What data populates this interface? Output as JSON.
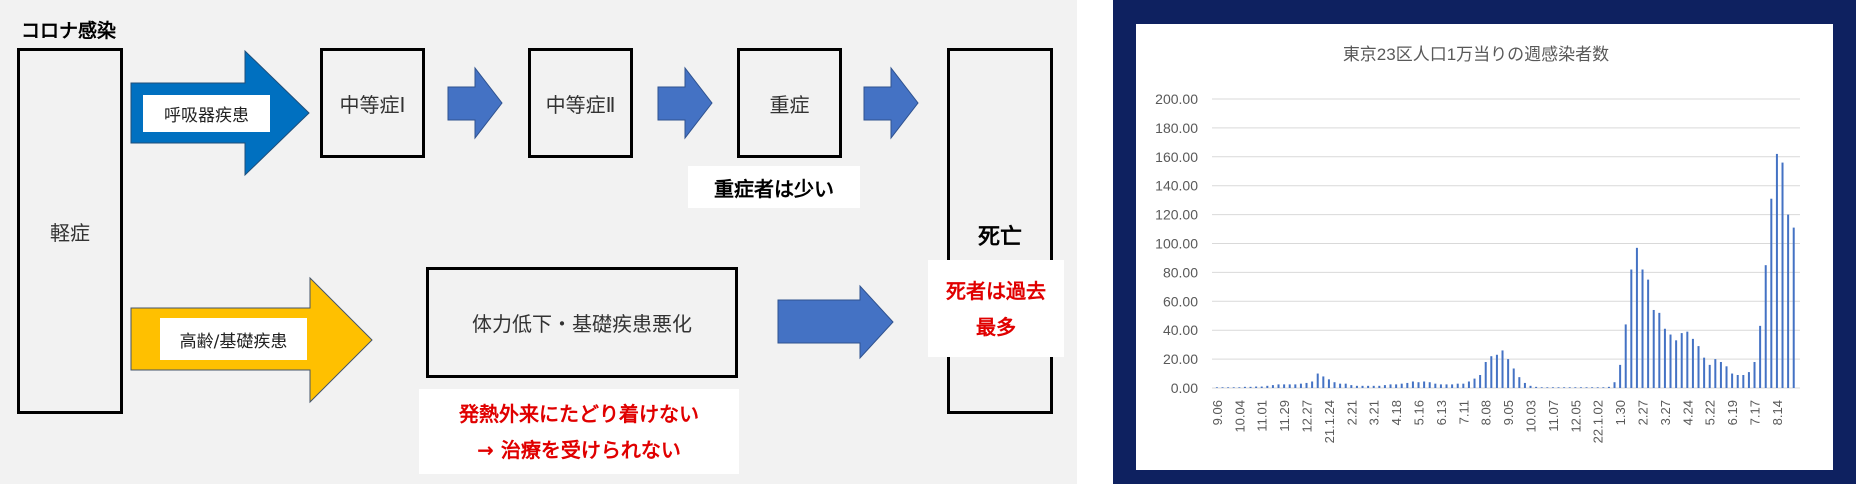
{
  "diagram": {
    "title": "コロナ感染",
    "mild": "軽症",
    "respiratory_label": "呼吸器疾患",
    "moderate1": "中等症Ⅰ",
    "moderate2": "中等症Ⅱ",
    "severe": "重症",
    "severe_note": "重症者は少い",
    "death": "死亡",
    "death_note_line1": "死者は過去",
    "death_note_line2": "最多",
    "elderly_label": "高齢/基礎疾患",
    "decline": "体力低下・基礎疾患悪化",
    "fever_note_line1": "発熱外来にたどり着けない",
    "fever_note_line2": "→ 治療を受けられない",
    "colors": {
      "blue_arrow": "#0070c0",
      "small_arrow": "#4472c4",
      "yellow_arrow": "#ffc000",
      "red_text": "#e00000",
      "frame": "#0e2160"
    }
  },
  "chart_data": {
    "type": "bar",
    "title": "東京23区人口1万当りの週感染者数",
    "xlabel": "",
    "ylabel": "",
    "ylim": [
      0,
      200
    ],
    "y_ticks": [
      "0.00",
      "20.00",
      "40.00",
      "60.00",
      "80.00",
      "100.00",
      "120.00",
      "140.00",
      "160.00",
      "180.00",
      "200.00"
    ],
    "x_tick_labels": [
      "9.06",
      "10.04",
      "11.01",
      "11.29",
      "12.27",
      "21.1.24",
      "2.21",
      "3.21",
      "4.18",
      "5.16",
      "6.13",
      "7.11",
      "8.08",
      "9.05",
      "10.03",
      "11.07",
      "12.05",
      "22.1.02",
      "1.30",
      "2.27",
      "3.27",
      "4.24",
      "5.22",
      "6.19",
      "7.17",
      "8.14"
    ],
    "x_tick_every": 4,
    "grid": true,
    "color": "#4472c4",
    "values": [
      0.5,
      0.5,
      0.5,
      0.5,
      0.5,
      0.8,
      0.8,
      1,
      1,
      1.5,
      2,
      2.5,
      2.5,
      2.5,
      2.5,
      3,
      3.5,
      4.5,
      10,
      8,
      6,
      4,
      3,
      3,
      2,
      1.5,
      1.5,
      1.5,
      1.5,
      1.5,
      2,
      2.5,
      2.5,
      3,
      3.5,
      4.5,
      4,
      4.5,
      4,
      3,
      2.5,
      2.5,
      2.5,
      3,
      3,
      4.5,
      6.5,
      9,
      18,
      22,
      23,
      26,
      20,
      13.5,
      7.5,
      3.5,
      1.5,
      0.8,
      0.5,
      0.5,
      0.5,
      0.5,
      0.5,
      0.5,
      0.5,
      0.5,
      0.5,
      0.5,
      0.5,
      0.5,
      0.8,
      4,
      16,
      44,
      82,
      97,
      82,
      75,
      54,
      52,
      41,
      37,
      33,
      38,
      39,
      34,
      29,
      21,
      16,
      20,
      18,
      15,
      10,
      9,
      9,
      11,
      18,
      43,
      85,
      131,
      162,
      156,
      120,
      111
    ]
  }
}
